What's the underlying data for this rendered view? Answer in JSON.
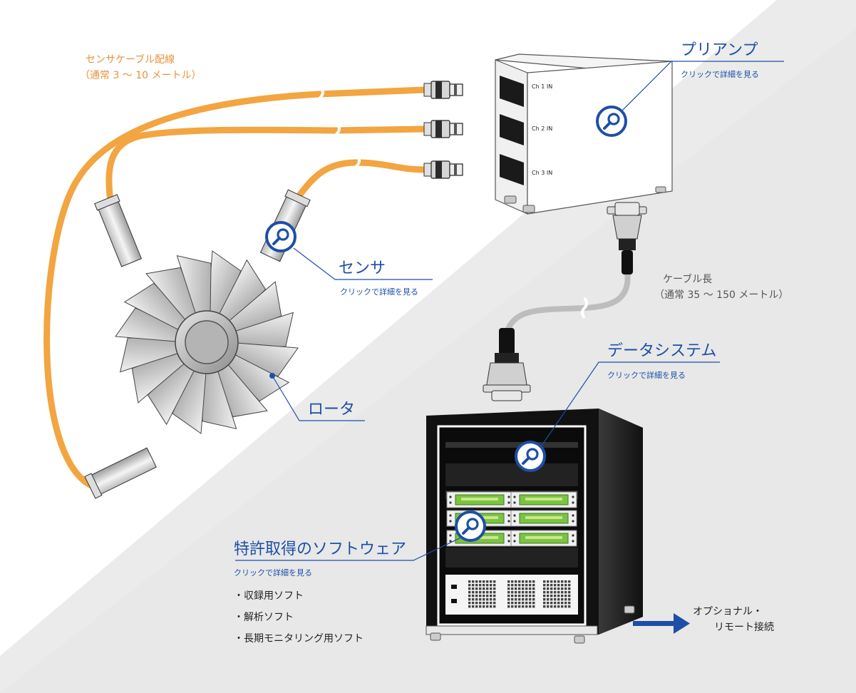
{
  "cable_note": {
    "sensor_cable_title": "センサケーブル配線",
    "sensor_cable_length": "（通常 3 〜 10 メートル）",
    "cable_length_title": "ケーブル長",
    "cable_length_value": "（通常 35 〜 150 メートル）"
  },
  "preamp": {
    "title": "プリアンプ",
    "link": "クリックで詳細を見る",
    "channels": [
      "Ch 1 IN",
      "Ch 2 IN",
      "Ch 3 IN"
    ]
  },
  "sensor": {
    "title": "センサ",
    "link": "クリックで詳細を見る"
  },
  "rotor": {
    "title": "ロータ"
  },
  "data_system": {
    "title": "データシステム",
    "link": "クリックで詳細を見る"
  },
  "software": {
    "title": "特許取得のソフトウェア",
    "link": "クリックで詳細を見る",
    "items": [
      "・収録用ソフト",
      "・解析ソフト",
      "・長期モニタリング用ソフト"
    ]
  },
  "remote": {
    "line1": "オプショナル・",
    "line2": "リモート接続"
  },
  "colors": {
    "accent": "#1d4fa6",
    "cable": "#f2a540",
    "background_band": "#ebebeb"
  },
  "icons": [
    "magnifier-icon",
    "bnc-connector-icon",
    "dsub-connector-icon",
    "arrow-right-icon"
  ]
}
